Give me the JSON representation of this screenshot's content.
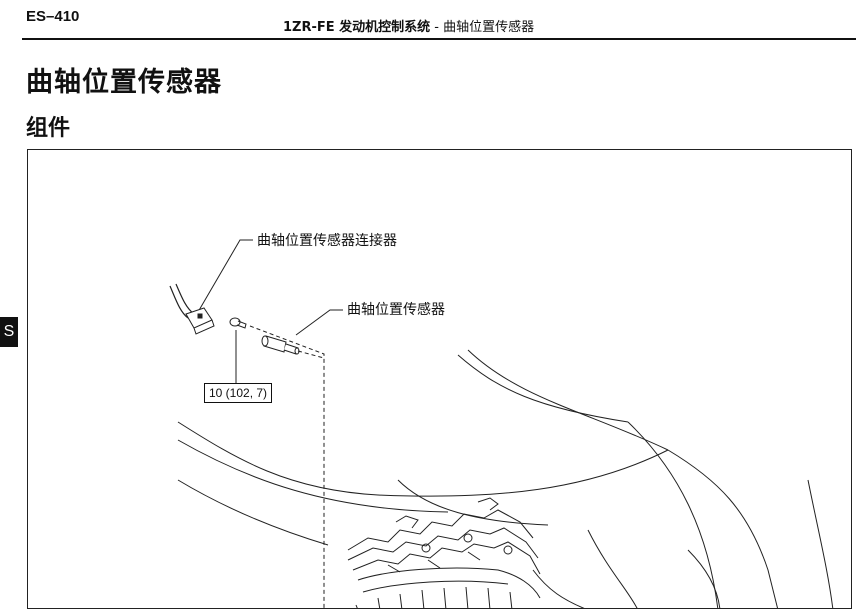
{
  "header": {
    "page_code": "ES–410",
    "title_bold": "1ZR-FE 发动机控制系统",
    "title_sep": " - ",
    "title_rest": "曲轴位置传感器"
  },
  "page": {
    "title": "曲轴位置传感器",
    "section": "组件",
    "side_tab": "S"
  },
  "figure": {
    "callouts": {
      "connector": "曲轴位置传感器连接器",
      "sensor": "曲轴位置传感器",
      "torque": "10 (102, 7)"
    }
  }
}
